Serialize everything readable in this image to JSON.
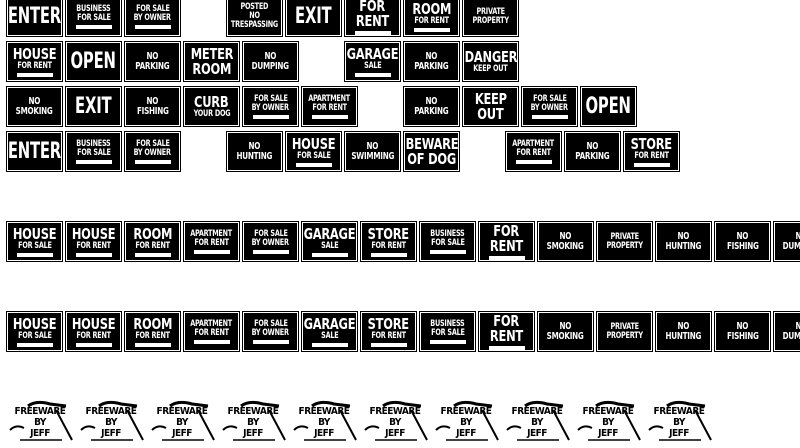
{
  "rows": [
    [
      {
        "lines": [
          "ENTER"
        ],
        "style": "huge"
      },
      {
        "lines": [
          "BUSINESS",
          "FOR SALE"
        ],
        "bar": true
      },
      {
        "lines": [
          "FOR SALE",
          "BY OWNER"
        ],
        "bar": true
      },
      {
        "lines": [
          "POSTED",
          "NO",
          "TRESPASSING"
        ],
        "style": "small"
      },
      {
        "lines": [
          "EXIT"
        ],
        "style": "huge"
      },
      {
        "lines": [
          "FOR",
          "RENT"
        ],
        "bar": true,
        "style": "bigpair"
      },
      {
        "lines": [
          "ROOM",
          "FOR RENT"
        ],
        "bar": true
      },
      {
        "lines": [
          "PRIVATE",
          "PROPERTY"
        ]
      }
    ],
    [
      {
        "lines": [
          "HOUSE",
          "FOR RENT"
        ],
        "bar": true
      },
      {
        "lines": [
          "OPEN"
        ],
        "style": "huge"
      },
      {
        "lines": [
          "NO",
          "PARKING"
        ]
      },
      {
        "lines": [
          "METER",
          "ROOM"
        ],
        "style": "bigpair"
      },
      {
        "lines": [
          "NO",
          "DUMPING"
        ]
      },
      {
        "lines": [
          "GARAGE",
          "SALE"
        ],
        "bar": true
      },
      {
        "lines": [
          "NO",
          "PARKING"
        ]
      },
      {
        "lines": [
          "DANGER",
          "KEEP OUT"
        ]
      }
    ],
    [
      {
        "lines": [
          "NO",
          "SMOKING"
        ]
      },
      {
        "lines": [
          "EXIT"
        ],
        "style": "huge"
      },
      {
        "lines": [
          "NO",
          "FISHING"
        ]
      },
      {
        "lines": [
          "CURB",
          "YOUR DOG"
        ]
      },
      {
        "lines": [
          "FOR SALE",
          "BY OWNER"
        ],
        "bar": true
      },
      {
        "lines": [
          "APARTMENT",
          "FOR RENT"
        ],
        "bar": true
      },
      {
        "lines": [
          "NO",
          "PARKING"
        ]
      },
      {
        "lines": [
          "KEEP",
          "OUT"
        ],
        "style": "bigpair"
      },
      {
        "lines": [
          "FOR SALE",
          "BY OWNER"
        ],
        "bar": true
      },
      {
        "lines": [
          "OPEN"
        ],
        "style": "huge"
      }
    ],
    [
      {
        "lines": [
          "ENTER"
        ],
        "style": "huge"
      },
      {
        "lines": [
          "BUSINESS",
          "FOR SALE"
        ],
        "bar": true
      },
      {
        "lines": [
          "FOR SALE",
          "BY OWNER"
        ],
        "bar": true
      },
      {
        "lines": [
          "NO",
          "HUNTING"
        ]
      },
      {
        "lines": [
          "HOUSE",
          "FOR SALE"
        ],
        "bar": true
      },
      {
        "lines": [
          "NO",
          "SWIMMING"
        ]
      },
      {
        "lines": [
          "BEWARE",
          "OF DOG"
        ],
        "style": "bigpair"
      },
      {
        "lines": [
          "APARTMENT",
          "FOR RENT"
        ],
        "bar": true
      },
      {
        "lines": [
          "NO",
          "PARKING"
        ]
      },
      {
        "lines": [
          "STORE",
          "FOR RENT"
        ],
        "bar": true
      }
    ]
  ],
  "sample_rows": [
    [
      {
        "lines": [
          "HOUSE",
          "FOR SALE"
        ],
        "bar": true
      },
      {
        "lines": [
          "HOUSE",
          "FOR RENT"
        ],
        "bar": true
      },
      {
        "lines": [
          "ROOM",
          "FOR RENT"
        ],
        "bar": true
      },
      {
        "lines": [
          "APARTMENT",
          "FOR RENT"
        ],
        "bar": true
      },
      {
        "lines": [
          "FOR SALE",
          "BY OWNER"
        ],
        "bar": true
      },
      {
        "lines": [
          "GARAGE",
          "SALE"
        ],
        "bar": true
      },
      {
        "lines": [
          "STORE",
          "FOR RENT"
        ],
        "bar": true
      },
      {
        "lines": [
          "BUSINESS",
          "FOR SALE"
        ],
        "bar": true
      },
      {
        "lines": [
          "FOR",
          "RENT"
        ],
        "bar": true,
        "style": "bigpair"
      },
      {
        "lines": [
          "NO",
          "SMOKING"
        ]
      },
      {
        "lines": [
          "PRIVATE",
          "PROPERTY"
        ]
      },
      {
        "lines": [
          "NO",
          "HUNTING"
        ]
      },
      {
        "lines": [
          "NO",
          "FISHING"
        ]
      },
      {
        "lines": [
          "NO",
          "DUMPING"
        ]
      }
    ],
    [
      {
        "lines": [
          "HOUSE",
          "FOR SALE"
        ],
        "bar": true
      },
      {
        "lines": [
          "HOUSE",
          "FOR RENT"
        ],
        "bar": true
      },
      {
        "lines": [
          "ROOM",
          "FOR RENT"
        ],
        "bar": true
      },
      {
        "lines": [
          "APARTMENT",
          "FOR RENT"
        ],
        "bar": true
      },
      {
        "lines": [
          "FOR SALE",
          "BY OWNER"
        ],
        "bar": true
      },
      {
        "lines": [
          "GARAGE",
          "SALE"
        ],
        "bar": true
      },
      {
        "lines": [
          "STORE",
          "FOR RENT"
        ],
        "bar": true
      },
      {
        "lines": [
          "BUSINESS",
          "FOR SALE"
        ],
        "bar": true
      },
      {
        "lines": [
          "FOR",
          "RENT"
        ],
        "bar": true,
        "style": "bigpair"
      },
      {
        "lines": [
          "NO",
          "SMOKING"
        ]
      },
      {
        "lines": [
          "PRIVATE",
          "PROPERTY"
        ]
      },
      {
        "lines": [
          "NO",
          "HUNTING"
        ]
      },
      {
        "lines": [
          "NO",
          "FISHING"
        ]
      },
      {
        "lines": [
          "NO",
          "DUMPING"
        ]
      }
    ]
  ],
  "freeware": {
    "lines": [
      "FREEWARE",
      "BY",
      "JEFF"
    ],
    "count": 10
  }
}
